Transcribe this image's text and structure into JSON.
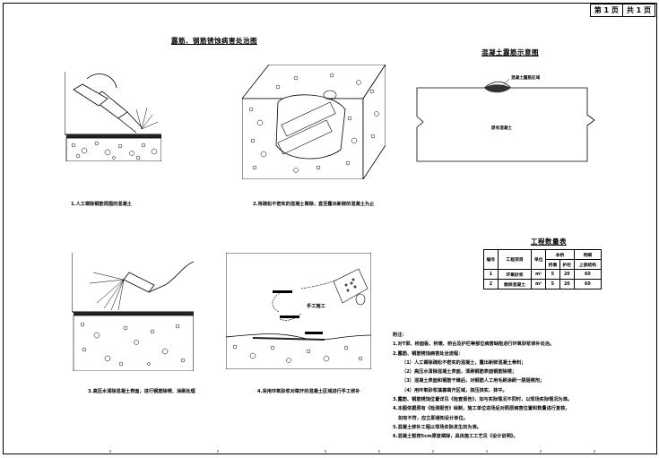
{
  "page": {
    "page_label": "第 1 页",
    "total_label": "共 1 页"
  },
  "main_title": "露筋、钢筋锈蚀病害处治图",
  "concrete_title": "混凝土露筋示意图",
  "concrete_labels": {
    "exposed_area": "混凝土露筋区域",
    "original": "原有混凝土"
  },
  "captions": [
    "1.人工凿除钢筋周围的混凝土",
    "2.将疏松不密实的混凝土凿除，直至露出新鲜的混凝土为止",
    "3.高压水清除混凝土表面，进行钢筋除锈、涂刷处理",
    "4.采用环氧砂浆对凿开的混凝土区域进行手工修补"
  ],
  "handwork_label": "手工施工",
  "qty_table": {
    "title": "工程数量表",
    "headers": {
      "no": "编号",
      "item": "工程项目",
      "unit": "单位",
      "group": "本桥",
      "reference": "明细",
      "sub": [
        "桥墩",
        "护栏",
        "上部结构"
      ]
    },
    "rows": [
      {
        "no": "1",
        "item": "环氧砂浆",
        "unit": "m³",
        "v1": "5",
        "v2": "20",
        "v3": "60"
      },
      {
        "no": "2",
        "item": "凿除混凝土",
        "unit": "m³",
        "v1": "5",
        "v2": "20",
        "v3": "60"
      }
    ]
  },
  "notes": {
    "heading": "附注：",
    "lines": [
      "1.对T梁、桥面板、桥墩、桥台及护栏等部位病害缺陷进行环氧砂浆修补处治。",
      "2.露筋、钢筋锈蚀病害处治流程：",
      "（1）人工凿除疏松不密实的混凝土，露出新鲜混凝土骨料；",
      "（2）高压水清除混凝土表面，清刷钢筋表面钢筋除锈；",
      "（3）混凝土表面和钢筋干燥后，对钢筋人工用毛刷涂刷一层阻锈剂；",
      "（4）用环氧砂浆填塞凿开区域，抹压抹实、抹平。",
      "3.露筋、钢筋锈蚀位置详见《检查报告》，如与实际情况不同时，以现场实际情况为准。",
      "4.本图依据原有《检测报告》绘制，施工单位进场后对照原病害位置和数量进行复核，",
      "  如有不符，应立即通知设计单位。",
      "5.混凝土修补工程以现场实际发生的为准。",
      "6.混凝土暂按5cm厚度凿除，具体施工工艺见《设计说明》。"
    ]
  }
}
